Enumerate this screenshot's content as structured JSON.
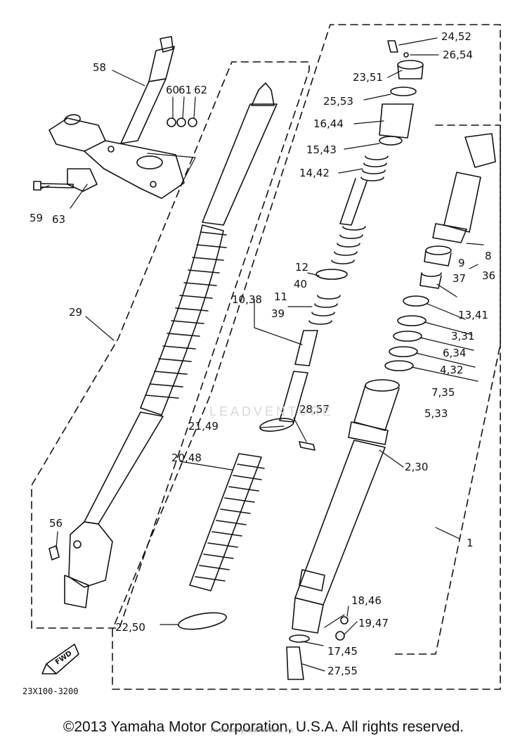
{
  "diagram": {
    "part_labels": {
      "p58": "58",
      "p60": "60",
      "p61": "61",
      "p62": "62",
      "p59": "59",
      "p63": "63",
      "p29": "29",
      "p56": "56",
      "p24_52": "24,52",
      "p26_54": "26,54",
      "p23_51": "23,51",
      "p25_53": "25,53",
      "p16_44": "16,44",
      "p15_43": "15,43",
      "p14_42": "14,42",
      "p12": "12",
      "p40": "40",
      "p10_38": "10,38",
      "p11": "11",
      "p39": "39",
      "p8": "8",
      "p36": "36",
      "p9": "9",
      "p37": "37",
      "p13_41": "13,41",
      "p3_31": "3,31",
      "p6_34": "6,34",
      "p4_32": "4,32",
      "p7_35": "7,35",
      "p5_33": "5,33",
      "p28_57": "28,57",
      "p21_49": "21,49",
      "p20_48": "20,48",
      "p2_30": "2,30",
      "p1": "1",
      "p18_46": "18,46",
      "p19_47": "19,47",
      "p17_45": "17,45",
      "p27_55": "27,55",
      "p22_50": "22,50"
    },
    "fwd_label": "FWD",
    "diagram_code": "23X100-3200"
  },
  "watermark": {
    "text": "LEADVENTURE",
    "small": "Powered by Leadventure, Inc."
  },
  "footer": {
    "copyright": "©2013 Yamaha Motor Corporation, U.S.A. All rights reserved."
  }
}
